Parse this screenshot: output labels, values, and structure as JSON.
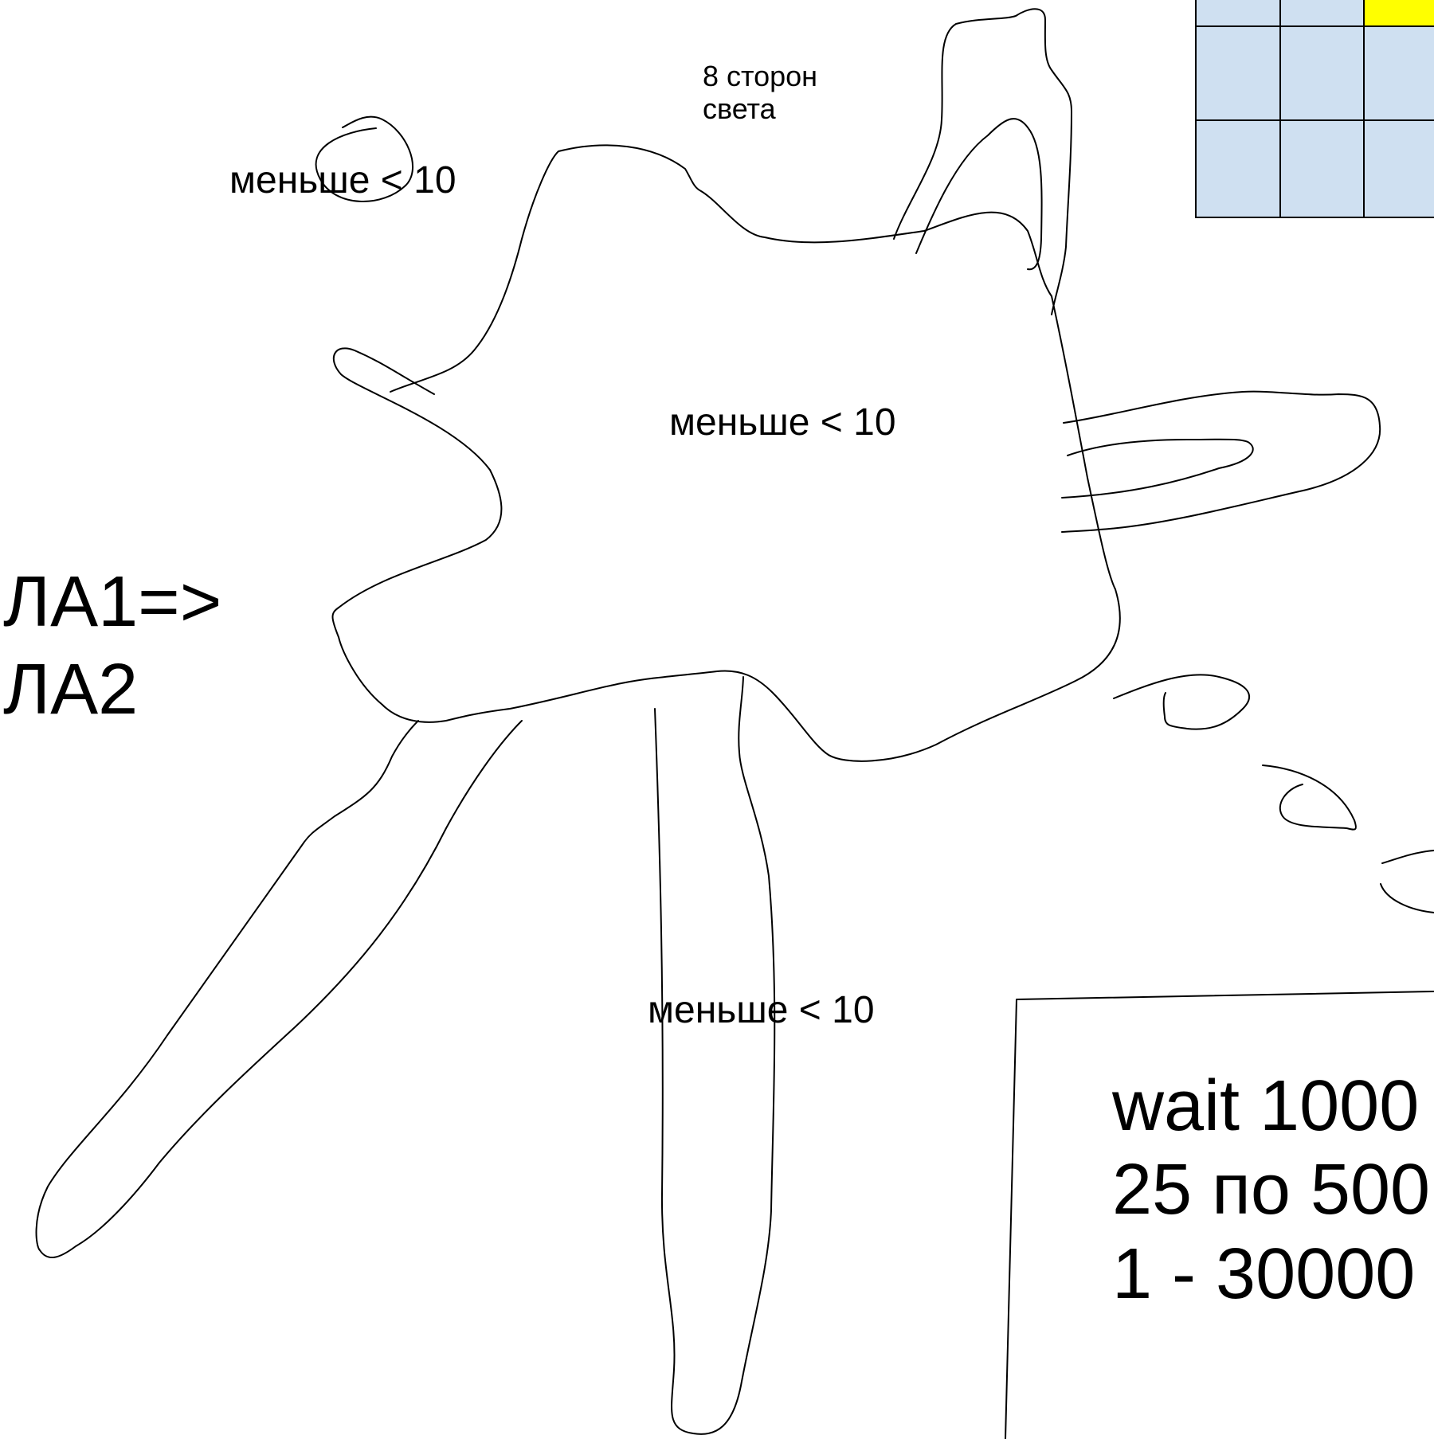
{
  "labels": {
    "directions": [
      "8 сторон",
      "света"
    ],
    "small_loop": "меньше < 10",
    "center": "меньше < 10",
    "bottom": "меньше < 10",
    "la": [
      "ЛА1=>",
      "ЛА2"
    ],
    "wait_box": [
      "wait 1000",
      "25 по 500",
      "1 - 30000"
    ]
  },
  "grid": {
    "rows": 3,
    "cols": 3,
    "cell_fill": "#cfe0f1",
    "highlight_fill": "#ffff00",
    "highlight_cell": [
      0,
      2
    ]
  },
  "colors": {
    "stroke": "#000000",
    "background": "#ffffff"
  }
}
